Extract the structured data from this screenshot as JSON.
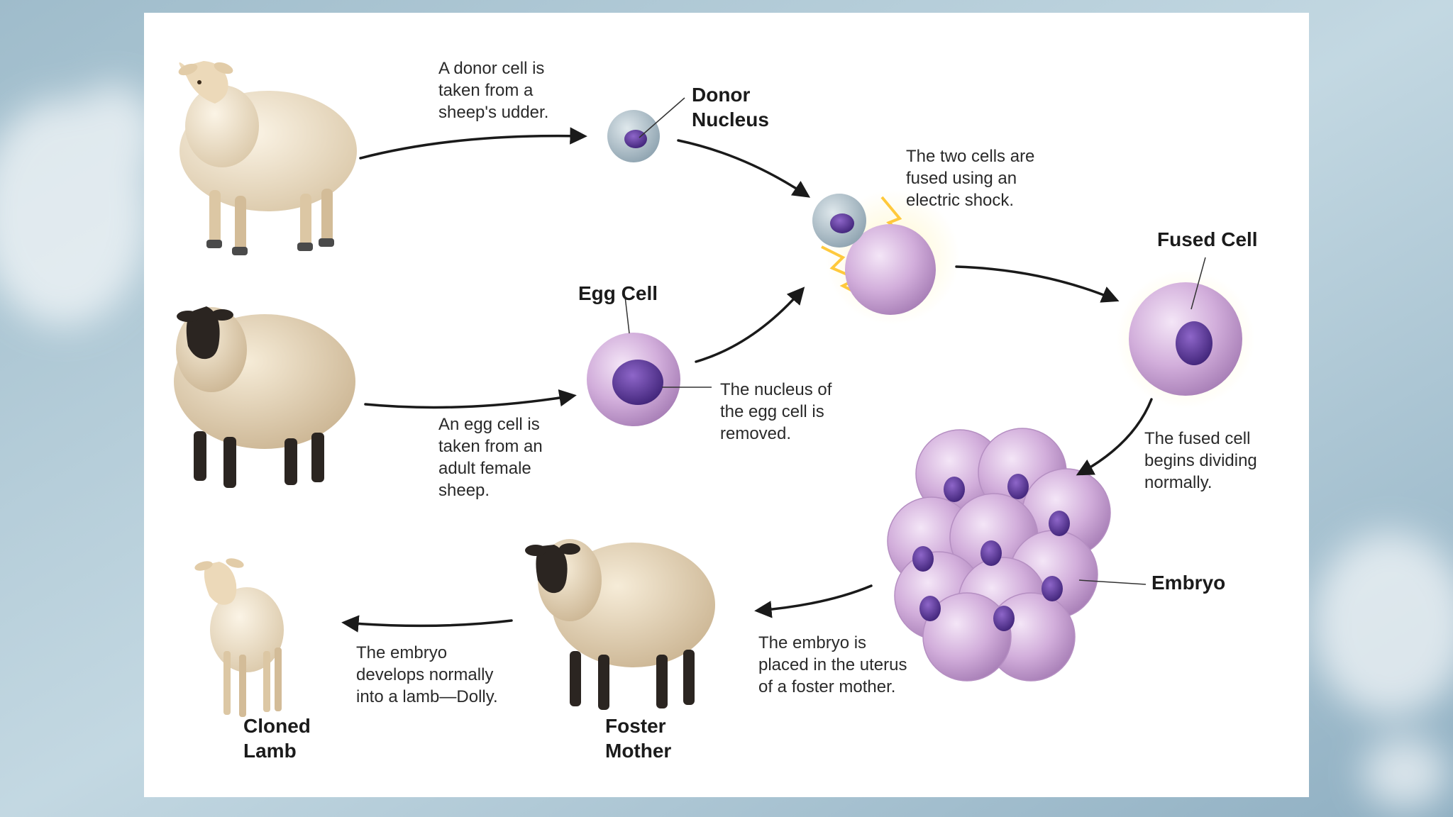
{
  "diagram": {
    "captions": {
      "donor_cell": "A donor cell is\ntaken from a\nsheep's udder.",
      "egg_cell": "An egg cell is\ntaken from an\nadult female\nsheep.",
      "nucleus_removed": "The nucleus of\nthe egg cell is\nremoved.",
      "fusion": "The two cells are\nfused using an\nelectric shock.",
      "dividing": "The fused cell\nbegins dividing\nnormally.",
      "implant": "The embryo is\nplaced in the uterus\nof a foster mother.",
      "develops": "The embryo\ndevelops normally\ninto a lamb—Dolly."
    },
    "labels": {
      "donor_nucleus": "Donor\nNucleus",
      "egg_cell": "Egg Cell",
      "fused_cell": "Fused Cell",
      "embryo": "Embryo",
      "foster_mother": "Foster\nMother",
      "cloned_lamb": "Cloned\nLamb"
    },
    "colors": {
      "cell_purple": "#c9a2d4",
      "nucleus_purple": "#5b3596",
      "wool": "#efe3cc",
      "black_face": "#2b2521",
      "arrow": "#1a1a1a",
      "spark": "#ffc93c"
    }
  }
}
